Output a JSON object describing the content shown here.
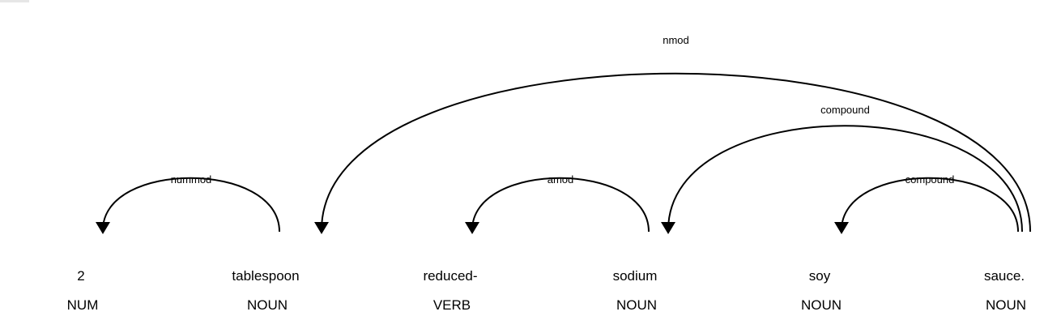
{
  "tokens": [
    {
      "text": "2",
      "tag": "NUM"
    },
    {
      "text": "tablespoon",
      "tag": "NOUN"
    },
    {
      "text": "reduced-",
      "tag": "VERB"
    },
    {
      "text": "sodium",
      "tag": "NOUN"
    },
    {
      "text": "soy",
      "tag": "NOUN"
    },
    {
      "text": "sauce.",
      "tag": "NOUN"
    }
  ],
  "arcs": [
    {
      "label": "nummod",
      "head": 1,
      "dep": 0
    },
    {
      "label": "amod",
      "head": 3,
      "dep": 2
    },
    {
      "label": "compound",
      "head": 5,
      "dep": 4
    },
    {
      "label": "compound",
      "head": 5,
      "dep": 3
    },
    {
      "label": "nmod",
      "head": 5,
      "dep": 1
    }
  ]
}
